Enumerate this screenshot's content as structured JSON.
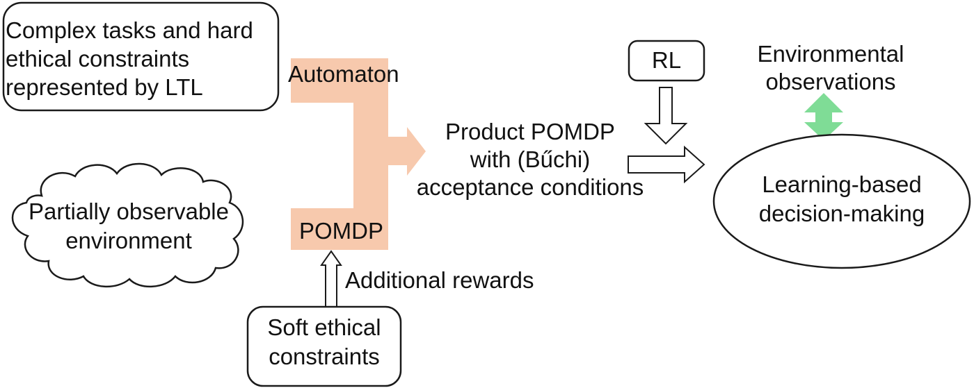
{
  "colors": {
    "merge_arrow": "#f7c9ad",
    "observation_arrow": "#7fdc96",
    "outline": "#1a1a1a"
  },
  "boxes": {
    "ltl_box": {
      "line1": "Complex tasks and hard",
      "line2": "ethical constraints",
      "line3": "represented by LTL"
    },
    "environment_cloud": {
      "line1": "Partially observable",
      "line2": "environment"
    },
    "soft_constraints_box": {
      "line1": "Soft ethical",
      "line2": "constraints"
    },
    "rl_box": {
      "label": "RL"
    },
    "decision_ellipse": {
      "line1": "Learning-based",
      "line2": "decision-making"
    }
  },
  "labels": {
    "automaton": "Automaton",
    "pomdp": "POMDP",
    "additional_rewards": "Additional rewards",
    "product_line1": "Product POMDP",
    "product_line2": "with (Bűchi)",
    "product_line3": "acceptance conditions",
    "observations_line1": "Environmental",
    "observations_line2": "observations"
  }
}
